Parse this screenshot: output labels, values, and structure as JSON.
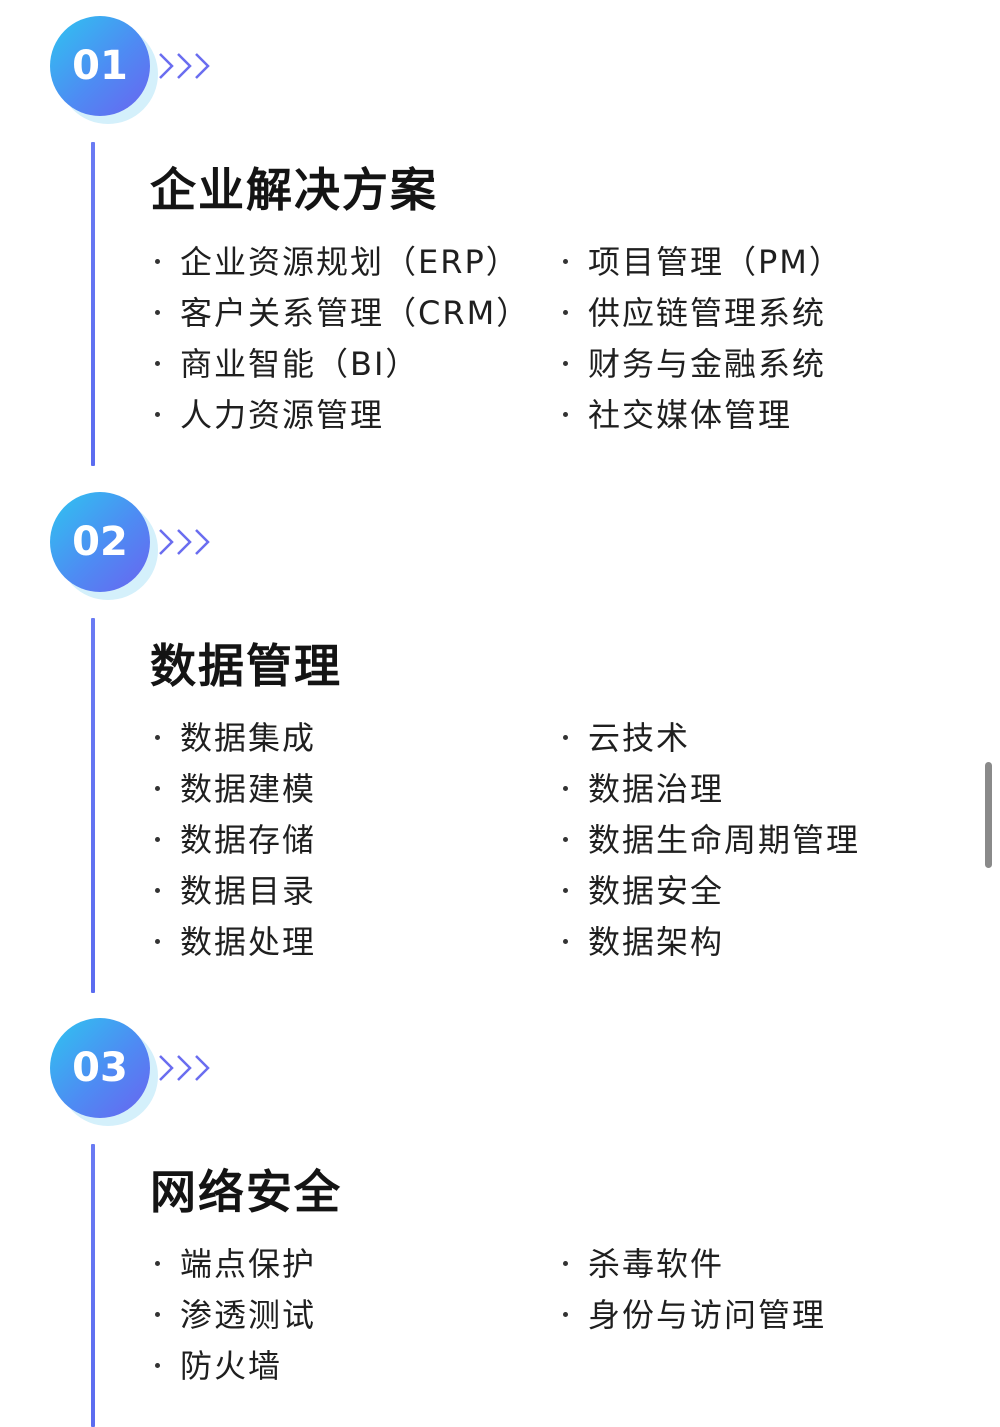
{
  "sections": [
    {
      "number": "01",
      "title": "企业解决方案",
      "left_items": [
        "企业资源规划（ERP）",
        "客户关系管理（CRM）",
        "商业智能（BI）",
        "人力资源管理"
      ],
      "right_items": [
        "项目管理（PM）",
        "供应链管理系统",
        "财务与金融系统",
        "社交媒体管理"
      ]
    },
    {
      "number": "02",
      "title": "数据管理",
      "left_items": [
        "数据集成",
        "数据建模",
        "数据存储",
        "数据目录",
        "数据处理"
      ],
      "right_items": [
        "云技术",
        "数据治理",
        "数据生命周期管理",
        "数据安全",
        "数据架构"
      ]
    },
    {
      "number": "03",
      "title": "网络安全",
      "left_items": [
        "端点保护",
        "渗透测试",
        "防火墙"
      ],
      "right_items": [
        "杀毒软件",
        "身份与访问管理"
      ]
    }
  ],
  "icons": {
    "chevrons": "triple-chevron-right-icon",
    "bullet": "bullet-dot-icon"
  },
  "colors": {
    "badge_gradient_start": "#2ec5f0",
    "badge_gradient_mid": "#4e8bf3",
    "badge_gradient_end": "#6a63f0",
    "badge_shadow": "#d4f0fb",
    "chevron": "#6a6df0",
    "timeline": "#5b6cf0"
  }
}
